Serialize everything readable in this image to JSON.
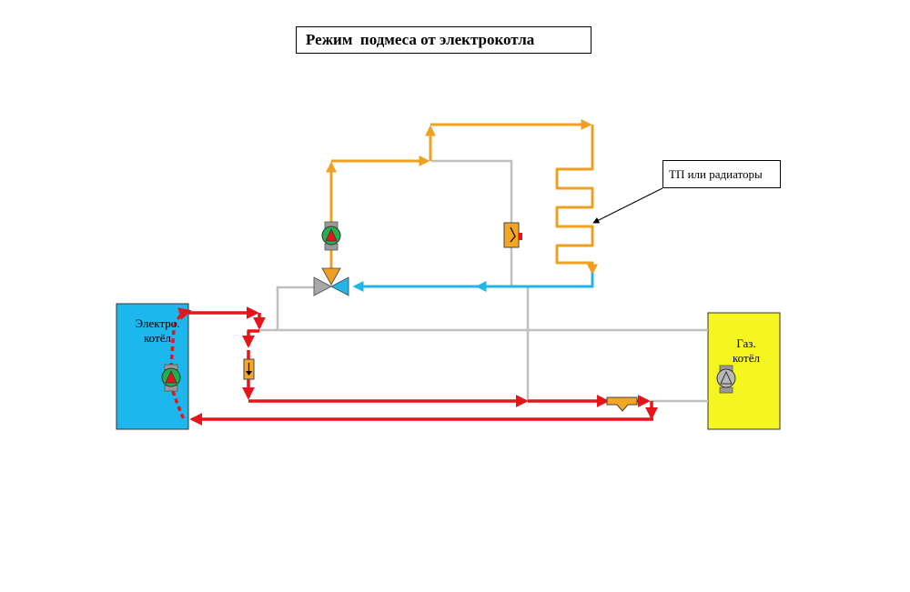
{
  "title": "Режим  подмеса от электрокотла",
  "callout": "ТП или радиаторы",
  "electric_boiler": {
    "line1": "Электро.",
    "line2": "котёл"
  },
  "gas_boiler": {
    "line1": "Газ.",
    "line2": "котёл"
  },
  "colors": {
    "hot": "#e8141b",
    "supply": "#f0a020",
    "return": "#22b5e8",
    "inactive": "#c0c0c0",
    "electric_boiler": "#1cb7ec",
    "gas_boiler": "#f5f520",
    "pump_active": "#22b24c",
    "component": "#f5a623"
  }
}
